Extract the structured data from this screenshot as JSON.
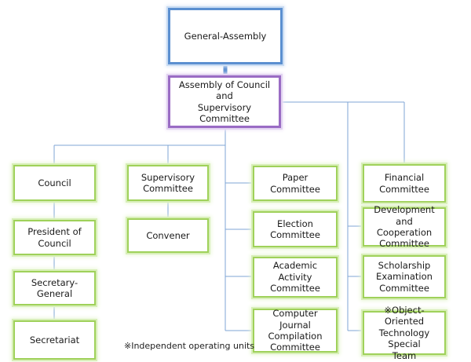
{
  "nodes": {
    "general_assembly": "General-Assembly",
    "assembly_council": "Assembly of Council and\nSupervisory Committee",
    "council": "Council",
    "president": "President of\nCouncil",
    "secretary_general": "Secretary-General",
    "secretariat": "Secretariat",
    "supervisory": "Supervisory\nCommittee",
    "convener": "Convener",
    "paper": "Paper Committee",
    "election": "Election\nCommittee",
    "academic": "Academic Activity\nCommittee",
    "computer_journal": "Computer Journal\nCompilation\nCommittee",
    "financial": "Financial\nCommittee",
    "development": "Development and\nCooperation\nCommittee",
    "scholarship": "Scholarship\nExamination\nCommittee",
    "object_oriented": "※Object-Oriented\nTechnology Special\nTeam"
  },
  "note": "※Independent operating units",
  "colors": {
    "line": "#7fa6d6",
    "thick_line": "#5b8fd0",
    "blue_border": "#5b8fd0",
    "purple_border": "#9a6cc4",
    "green_border": "#9fd15a"
  }
}
